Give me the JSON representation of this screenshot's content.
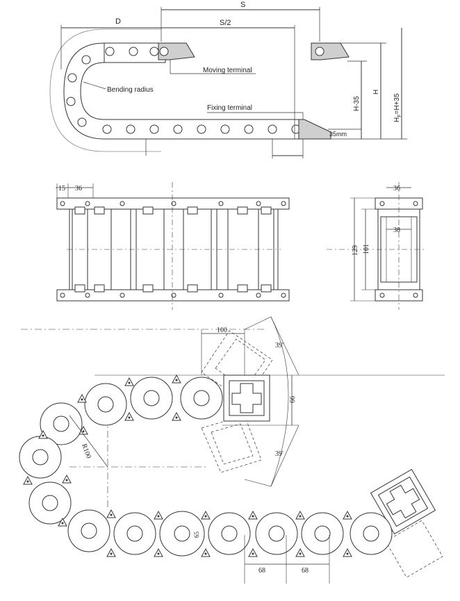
{
  "top_view": {
    "dim_S": "S",
    "dim_S_half": "S/2",
    "dim_D": "D",
    "label_moving": "Moving terminal",
    "label_bending": "Bending radius",
    "label_fixing": "Fixing terminal",
    "dim_H35": "H-35",
    "dim_H": "H",
    "dim_HF": "H",
    "dim_HF_sub": "F",
    "dim_HF_tail": "=H+35",
    "dim_35mm": "35mm"
  },
  "middle_view": {
    "dim_15": "15",
    "dim_36_left": "36",
    "dim_36_right": "36",
    "dim_38": "38",
    "dim_129": "129",
    "dim_101": "101"
  },
  "bottom_view": {
    "dim_100": "100",
    "dim_39_top": "39'",
    "dim_39_bottom": "39'",
    "dim_66": "66",
    "dim_R100": "R100",
    "dim_65": "65",
    "dim_68_left": "68",
    "dim_68_right": "68"
  },
  "colors": {
    "line": "#333333",
    "terminal_fill": "#cfcfcf",
    "bracket_fill": "#d8d8d8"
  }
}
